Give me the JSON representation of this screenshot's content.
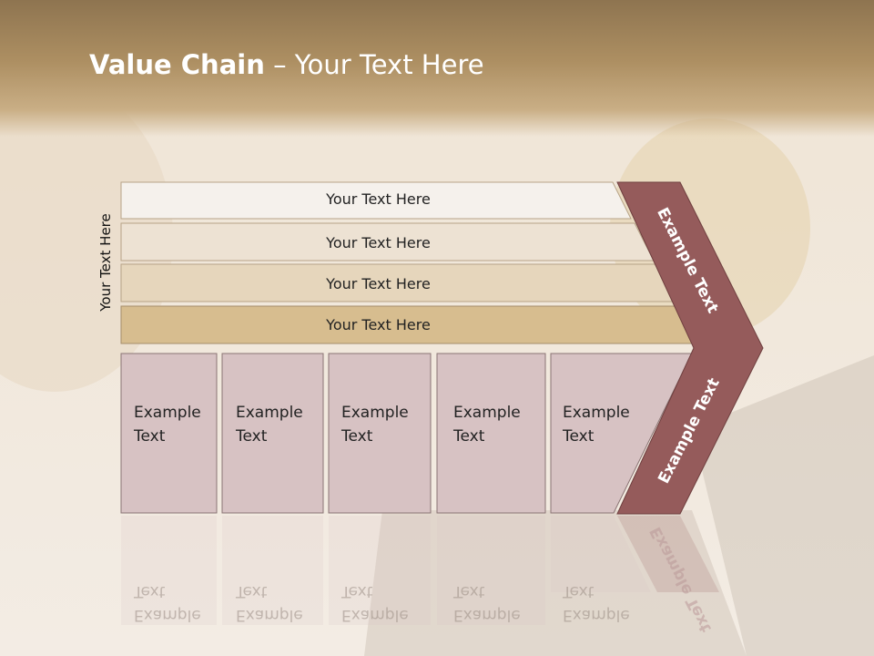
{
  "slide": {
    "title_bold": "Value Chain",
    "title_rest": " – Your Text Here",
    "side_label": "Your Text Here"
  },
  "bands": [
    {
      "label": "Your Text Here",
      "color": "#f5f1ec"
    },
    {
      "label": "Your Text Here",
      "color": "#ede2d3"
    },
    {
      "label": "Your Text Here",
      "color": "#e6d6bc"
    },
    {
      "label": "Your Text Here",
      "color": "#d7bd8f"
    }
  ],
  "boxes": [
    {
      "line1": "Example",
      "line2": "Text"
    },
    {
      "line1": "Example",
      "line2": "Text"
    },
    {
      "line1": "Example",
      "line2": "Text"
    },
    {
      "line1": "Example",
      "line2": "Text"
    },
    {
      "line1": "Example",
      "line2": "Text"
    }
  ],
  "chevron": {
    "upper_label": "Example Text",
    "lower_label": "Example Text",
    "color": "#955b5b"
  },
  "colors": {
    "box_fill": "#d7c2c3",
    "box_stroke": "#8a7474"
  }
}
